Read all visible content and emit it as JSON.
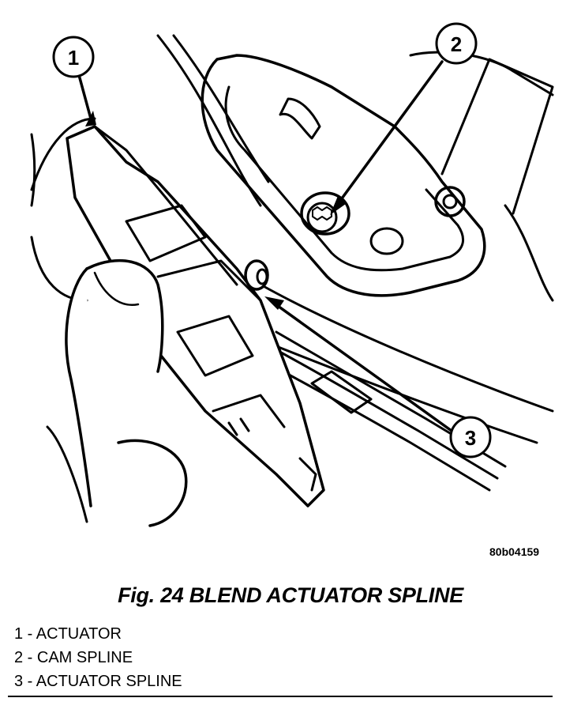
{
  "figure": {
    "code": "80b04159",
    "caption": "Fig. 24 BLEND ACTUATOR SPLINE",
    "callouts": [
      "1",
      "2",
      "3"
    ],
    "legend": [
      "1 - ACTUATOR",
      "2 - CAM SPLINE",
      "3 - ACTUATOR SPLINE"
    ]
  }
}
